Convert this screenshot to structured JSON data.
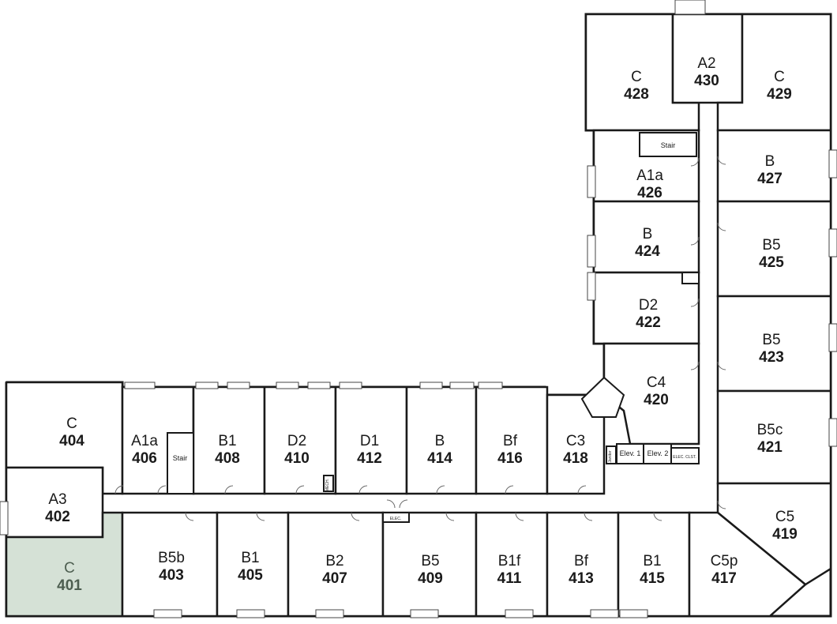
{
  "units": [
    {
      "id": "401",
      "type": "C",
      "highlighted": true
    },
    {
      "id": "402",
      "type": "A3"
    },
    {
      "id": "403",
      "type": "B5b"
    },
    {
      "id": "404",
      "type": "C"
    },
    {
      "id": "405",
      "type": "B1"
    },
    {
      "id": "406",
      "type": "A1a"
    },
    {
      "id": "407",
      "type": "B2"
    },
    {
      "id": "408",
      "type": "B1"
    },
    {
      "id": "409",
      "type": "B5"
    },
    {
      "id": "410",
      "type": "D2"
    },
    {
      "id": "411",
      "type": "B1f"
    },
    {
      "id": "412",
      "type": "D1"
    },
    {
      "id": "413",
      "type": "Bf"
    },
    {
      "id": "414",
      "type": "B"
    },
    {
      "id": "415",
      "type": "B1"
    },
    {
      "id": "416",
      "type": "Bf"
    },
    {
      "id": "417",
      "type": "C5p"
    },
    {
      "id": "418",
      "type": "C3"
    },
    {
      "id": "419",
      "type": "C5"
    },
    {
      "id": "420",
      "type": "C4"
    },
    {
      "id": "421",
      "type": "B5c"
    },
    {
      "id": "422",
      "type": "D2"
    },
    {
      "id": "423",
      "type": "B5"
    },
    {
      "id": "424",
      "type": "B"
    },
    {
      "id": "425",
      "type": "B5"
    },
    {
      "id": "426",
      "type": "A1a"
    },
    {
      "id": "427",
      "type": "B"
    },
    {
      "id": "428",
      "type": "C"
    },
    {
      "id": "429",
      "type": "C"
    },
    {
      "id": "430",
      "type": "A2"
    }
  ],
  "service_labels": {
    "stair_west": "Stair",
    "stair_north": "Stair",
    "elev1": "Elev. 1",
    "elev2": "Elev. 2",
    "elec_closet": "ELEC. CLST.",
    "elec_corridor": "ELEC.",
    "mech": "MECH.",
    "janitor": "Janitor"
  },
  "colors": {
    "highlight_fill": "#d5e1d6",
    "highlight_text": "#4d5e50",
    "wall": "#1a1a1a"
  }
}
